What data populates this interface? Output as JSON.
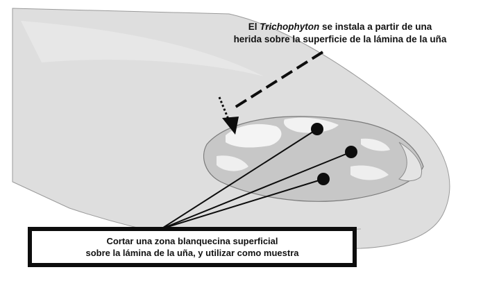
{
  "top_annotation": {
    "line1_prefix": "El ",
    "line1_italic": "Trichophyton",
    "line1_suffix": " se instala a partir de una",
    "line2": "herida sobre la superficie de la lámina de la uña"
  },
  "bottom_annotation": {
    "line1": "Cortar una zona blanquecina superficial",
    "line2": "sobre la lámina de la uña, y utilizar como muestra"
  },
  "icons": {
    "entry_arrow": "arrow-down-icon",
    "sample_points": "dot-marker-icon"
  },
  "colors": {
    "finger": "#dedede",
    "nail": "#c7c7c7",
    "lesion": "#f4f4f4",
    "ink": "#0d0d0d"
  }
}
